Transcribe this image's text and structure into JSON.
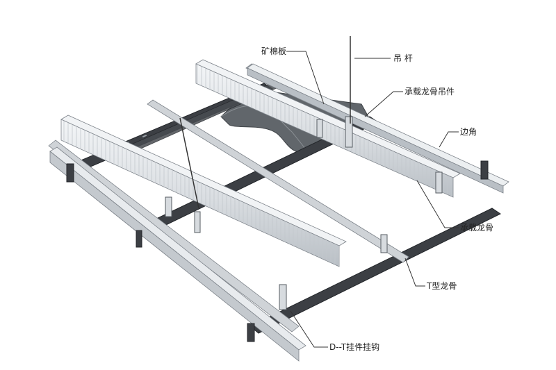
{
  "labels": {
    "mineral_wool_board": "矿棉板",
    "hanger_rod": "吊 杆",
    "main_runner_hanger": "承载龙骨吊件",
    "edge_angle": "边角",
    "main_runner": "承载龙骨",
    "t_runner": "T型龙骨",
    "dt_clip": "D--T挂件挂钩"
  },
  "colors": {
    "main_runner_face": "#dfe2e5",
    "main_runner_top": "#f1f3f5",
    "main_runner_edge": "#7d838a",
    "t_runner": "#3c3f44",
    "t_runner_edge": "#23262a",
    "board": "#5e6266",
    "leader": "#333333"
  }
}
